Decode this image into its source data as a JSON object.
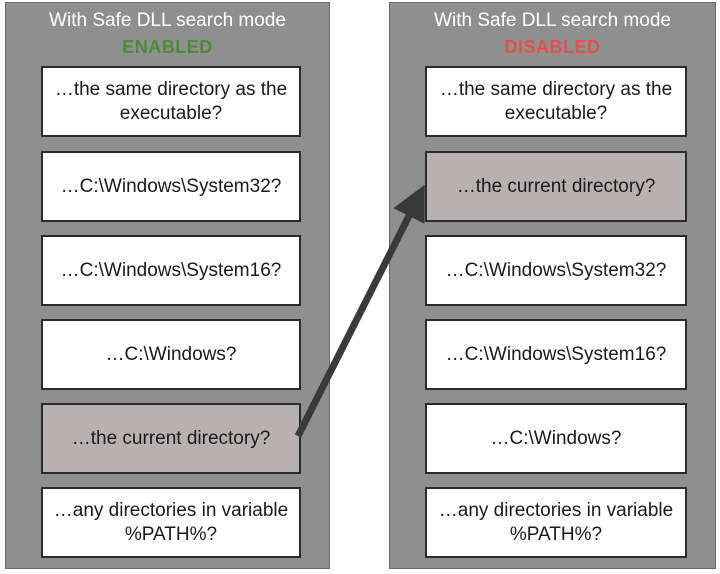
{
  "left_panel": {
    "title": "With Safe DLL search mode",
    "status": "ENABLED",
    "status_color": "#4f8a3a",
    "steps": [
      {
        "label": "…the same directory as the\nexecutable?",
        "highlight": false
      },
      {
        "label": "…C:\\Windows\\System32?",
        "highlight": false
      },
      {
        "label": "…C:\\Windows\\System16?",
        "highlight": false
      },
      {
        "label": "…C:\\Windows?",
        "highlight": false
      },
      {
        "label": "…the current directory?",
        "highlight": true
      },
      {
        "label": "…any directories in variable\n%PATH%?",
        "highlight": false
      }
    ]
  },
  "right_panel": {
    "title": "With Safe DLL search mode",
    "status": "DISABLED",
    "status_color": "#e05050",
    "steps": [
      {
        "label": "…the same directory as the\nexecutable?",
        "highlight": false
      },
      {
        "label": "…the current directory?",
        "highlight": true
      },
      {
        "label": "…C:\\Windows\\System32?",
        "highlight": false
      },
      {
        "label": "…C:\\Windows\\System16?",
        "highlight": false
      },
      {
        "label": "…C:\\Windows?",
        "highlight": false
      },
      {
        "label": "…any directories in variable\n%PATH%?",
        "highlight": false
      }
    ]
  },
  "colors": {
    "panel_bg": "#8f8f8f",
    "box_bg": "#ffffff",
    "highlight_bg": "#b7b2b1",
    "arrow": "#3a3a3a"
  }
}
